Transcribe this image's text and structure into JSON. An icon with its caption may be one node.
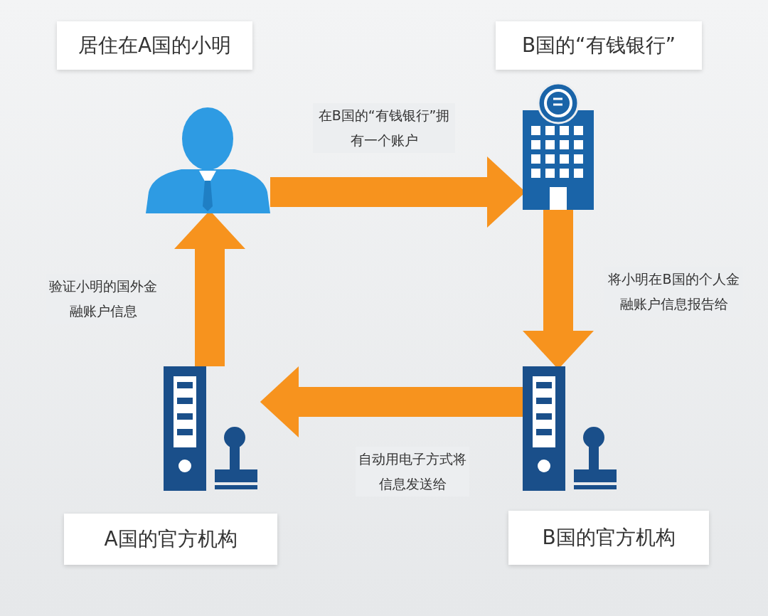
{
  "diagram": {
    "nodes": [
      {
        "text": [
          "居住在A国的小明"
        ]
      },
      {
        "text": [
          "B国的“有钱银行”"
        ]
      },
      {
        "text": [],
        "shape": "person"
      },
      {
        "text": [],
        "shape": "picture"
      },
      {
        "text": [],
        "shape": "picture"
      },
      {
        "text": [],
        "shape": "picture"
      },
      {
        "text": [
          "A国的官方机构"
        ]
      },
      {
        "text": [
          "B国的官方机构"
        ]
      }
    ],
    "edges": [
      {
        "from": 2,
        "to": 3,
        "arrow": "to",
        "label": "在B国的“有钱银行”拥有一个账户"
      },
      {
        "from": 3,
        "to": 5,
        "arrow": "to",
        "label": "将小明在B国的个人金融账户信息报告给"
      },
      {
        "from": 5,
        "to": 4,
        "arrow": "to",
        "label": "自动用电子方式将信息发送给"
      },
      {
        "from": 4,
        "to": 2,
        "arrow": "to",
        "label": "验证小明的国外金融账户信息"
      }
    ]
  }
}
